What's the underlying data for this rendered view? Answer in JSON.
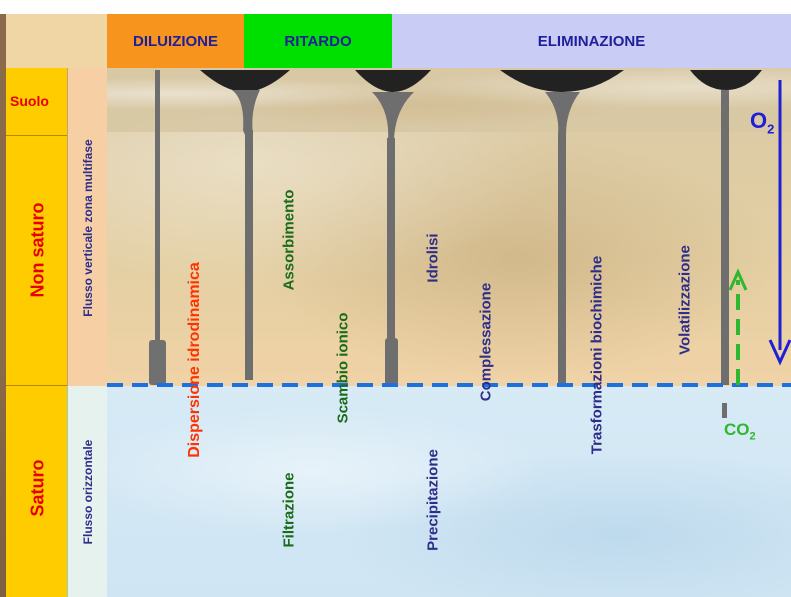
{
  "headers": {
    "diluizione": "DILUIZIONE",
    "ritardo": "RITARDO",
    "eliminazione": "ELIMINAZIONE"
  },
  "zones": {
    "suolo": "Suolo",
    "non_saturo": "Non saturo",
    "saturo": "Saturo"
  },
  "flows": {
    "vertical": "Flusso verticale zona multifase",
    "horizontal": "Flusso orizzontale"
  },
  "processes": {
    "dispersione": "Dispersione idrodinamica",
    "assorbimento": "Assorbimento",
    "filtrazione": "Filtrazione",
    "scambio": "Scambio ionico",
    "idrolisi": "Idrolisi",
    "precipitazione": "Precipitazione",
    "complessazione": "Complessazione",
    "trasformazioni": "Trasformazioni biochimiche",
    "volatilizzazione": "Volatilizzazione"
  },
  "gases": {
    "o2_main": "O",
    "o2_sub": "2",
    "co2_main": "CO",
    "co2_sub": "2"
  },
  "colors": {
    "diluizione_header": "#f7941d",
    "ritardo_header": "#00e000",
    "eliminazione_header": "#c9ccf4",
    "zone_label": "#e60000",
    "zone_bg": "#ffcc00",
    "dilution_text": "#ff3300",
    "retardation_text": "#1a6b1a",
    "elimination_text": "#2e2e8a",
    "water_table": "#1e6fe0",
    "o2_arrow": "#1f1fd6",
    "co2_arrow": "#2db82d"
  }
}
